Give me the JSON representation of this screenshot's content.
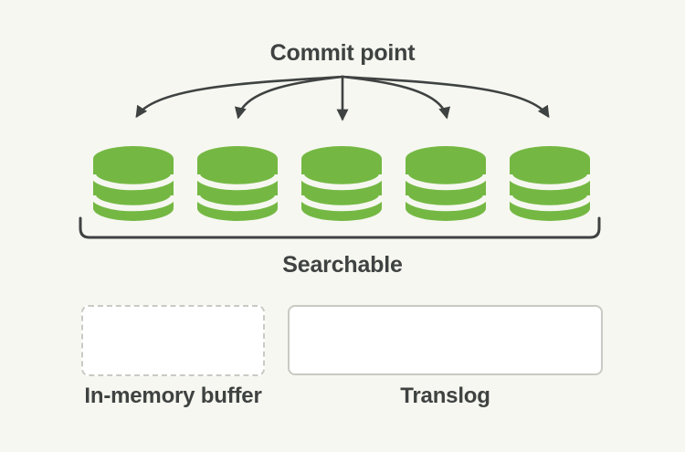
{
  "colors": {
    "background": "#f6f7f0",
    "ink": "#3e4241",
    "segment_green": "#74b843",
    "box_border": "#c8cac3",
    "box_fill": "#ffffff"
  },
  "commit_point": {
    "label": "Commit point"
  },
  "segments_row": {
    "count": 5,
    "icon": "database-icon"
  },
  "bracket": {
    "label": "Searchable"
  },
  "buffers": {
    "in_memory": {
      "label": "In-memory buffer",
      "border_style": "dashed"
    },
    "translog": {
      "label": "Translog",
      "border_style": "solid"
    }
  }
}
